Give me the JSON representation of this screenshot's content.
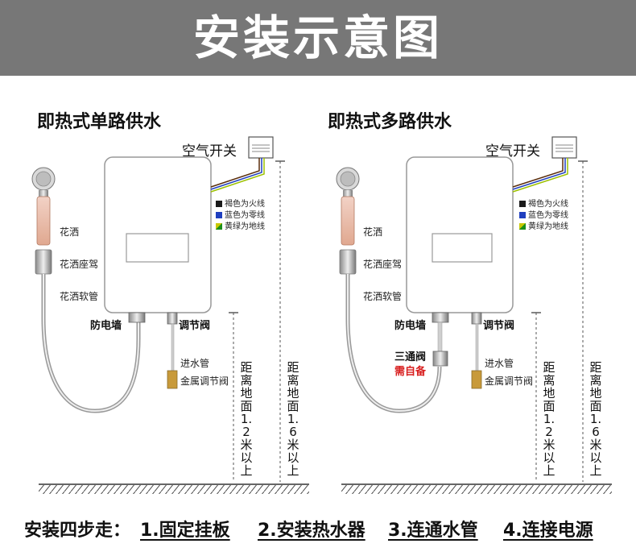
{
  "banner": {
    "title": "安装示意图"
  },
  "left": {
    "title": "即热式单路供水",
    "air_switch": "空气开关",
    "legend": [
      {
        "text": "褐色为火线",
        "color": "#5a2d0c"
      },
      {
        "text": "蓝色为零线",
        "color": "#1f3fbf"
      },
      {
        "text": "黄绿为地线",
        "color": "#c8c800"
      }
    ],
    "shower": "花洒",
    "shower_seat": "花洒座驾",
    "shower_hose": "花洒软管",
    "anti_shock": "防电墙",
    "valve": "调节阀",
    "inlet": "进水管",
    "metal_valve": "金属调节阀",
    "height_12": "距离地面1.2米以上",
    "height_16": "距离地面1.6米以上"
  },
  "right": {
    "title": "即热式多路供水",
    "air_switch": "空气开关",
    "legend": [
      {
        "text": "褐色为火线",
        "color": "#5a2d0c"
      },
      {
        "text": "蓝色为零线",
        "color": "#1f3fbf"
      },
      {
        "text": "黄绿为地线",
        "color": "#c8c800"
      }
    ],
    "shower": "花洒",
    "shower_seat": "花洒座驾",
    "shower_hose": "花洒软管",
    "anti_shock": "防电墙",
    "valve": "调节阀",
    "tee_valve": "三通阀",
    "self_provided": "需自备",
    "inlet": "进水管",
    "metal_valve": "金属调节阀",
    "height_12": "距离地面1.2米以上",
    "height_16": "距离地面1.6米以上"
  },
  "steps": {
    "prefix": "安装四步走：",
    "step1": "1.固定挂板",
    "step2": "2.安装热水器",
    "step3": "3.连通水管",
    "step4": "4.连接电源"
  },
  "colors": {
    "banner": "#777777",
    "accent_red": "#d81e1e"
  }
}
